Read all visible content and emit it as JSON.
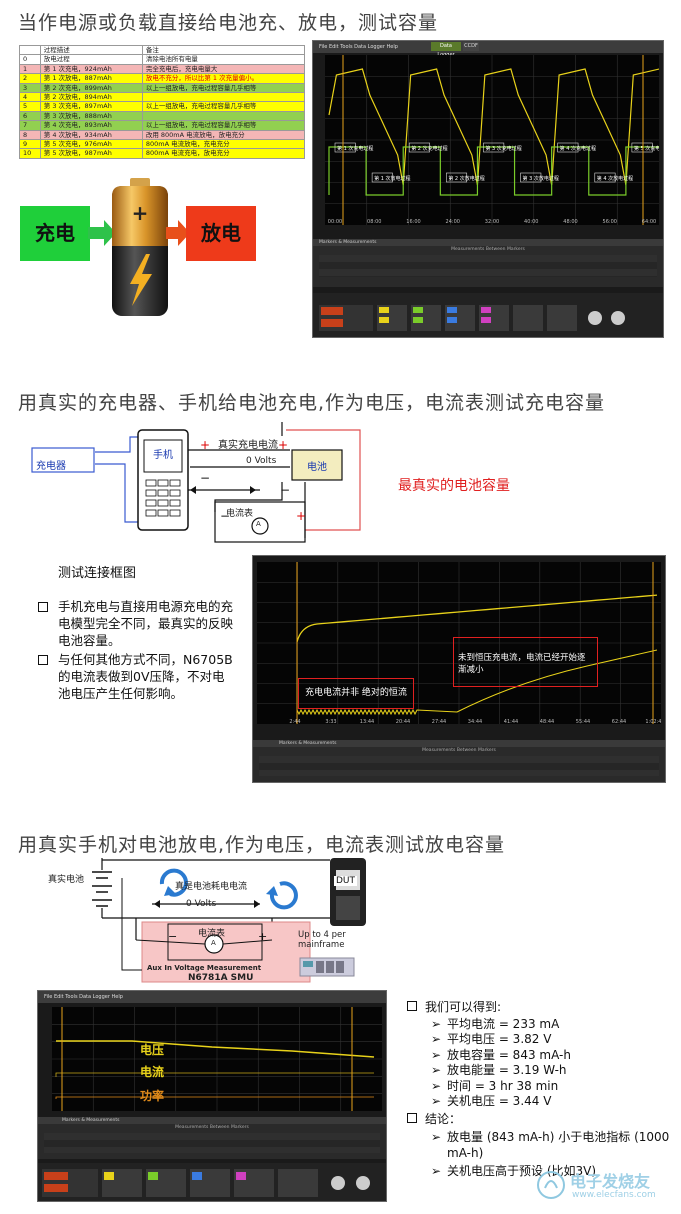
{
  "section1": {
    "title": "当作电源或负载直接给电池充、放电，测试容量",
    "table": {
      "headers": [
        "",
        "过程描述",
        "备注"
      ],
      "rows": [
        {
          "n": "0",
          "desc": "放电过程",
          "note": "清除电池所有电量",
          "color": "white",
          "note_red": false
        },
        {
          "n": "1",
          "desc": "第 1 次充电，924mAh",
          "note": "完全充电后，充电电量大",
          "color": "pink",
          "note_red": false
        },
        {
          "n": "2",
          "desc": "第 1 次放电，887mAh",
          "note": "放电不充分，所以比第 1 次充量偏小。",
          "color": "yellow",
          "note_red": true
        },
        {
          "n": "3",
          "desc": "第 2 次充电，899mAh",
          "note": "以上一组放电，充电过程容量几乎相等",
          "color": "green",
          "note_red": false
        },
        {
          "n": "4",
          "desc": "第 2 次放电，894mAh",
          "note": "",
          "color": "yellow",
          "note_red": false
        },
        {
          "n": "5",
          "desc": "第 3 次充电，897mAh",
          "note": "以上一组放电，充电过程容量几乎相等",
          "color": "yellow",
          "note_red": false
        },
        {
          "n": "6",
          "desc": "第 3 次放电，888mAh",
          "note": "",
          "color": "green",
          "note_red": false
        },
        {
          "n": "7",
          "desc": "第 4 次充电，893mAh",
          "note": "以上一组放电，充电过程容量几乎相等",
          "color": "green",
          "note_red": false
        },
        {
          "n": "8",
          "desc": "第 4 次放电，934mAh",
          "note": "改用 800mA 电流放电，放电充分",
          "color": "pink",
          "note_red": false
        },
        {
          "n": "9",
          "desc": "第 5 次充电，976mAh",
          "note": "800mA 电流放电，充电充分",
          "color": "yellow",
          "note_red": false
        },
        {
          "n": "10",
          "desc": "第 5 次放电，987mAh",
          "note": "800mA 电流充电，放电充分",
          "color": "yellow",
          "note_red": false
        }
      ]
    },
    "charge_label": "充电",
    "discharge_label": "放电",
    "scope_menu": "File   Edit   Tools   Data Logger   Help",
    "scope_tabs": [
      "Data Logger",
      "CCDF"
    ],
    "scope_labels": [
      "第 1 次充电过程",
      "第 1 次放电过程",
      "第 2 次充电过程",
      "第 2 次放电过程",
      "第 3 次充电过程",
      "第 3 次放电过程",
      "第 4 次充电过程",
      "第 4 次放电过程",
      "第 5 次充电过程"
    ],
    "scope_time_ticks": [
      "00:00",
      "08:00",
      "16:00",
      "24:00",
      "32:00",
      "40:00",
      "48:00",
      "56:00",
      "64:00"
    ],
    "markers_title": "Markers & Measurements",
    "meas_title": "Measurements Between Markers"
  },
  "section2": {
    "title": "用真实的充电器、手机给电池充电,作为电压，电流表测试充电容量",
    "charger": "充电器",
    "phone": "手机",
    "true_current": "真实充电电流",
    "zero_volts": "0 Volts",
    "battery": "电池",
    "ammeter": "电流表",
    "ammeter_symbol": "A",
    "most_real": "最真实的电池容量",
    "caption": "测试连接框图",
    "bullets": [
      "手机充电与直接用电源充电的充电模型完全不同，最真实的反映电池容量。",
      "与任何其他方式不同，N6705B的电流表做到0V压降，不对电池电压产生任何影响。"
    ],
    "annot_left": "充电电流并非 绝对的恒流",
    "annot_right": "未到恒压充电流，电流已经开始逐渐减小",
    "time_ticks": [
      "2:44",
      "3:33",
      "13:44",
      "20:44",
      "27:44",
      "34:44",
      "41:44",
      "48:44",
      "55:44",
      "62:44",
      "1:02:44"
    ],
    "markers_title": "Markers & Measurements",
    "meas_title": "Measurements Between Markers"
  },
  "section3": {
    "title": "用真实手机对电池放电,作为电压，电流表测试放电容量",
    "real_battery": "真实电池",
    "true_current": "真是电池耗电电流",
    "zero_volts": "0 Volts",
    "dut": "DUT",
    "ammeter": "电流表",
    "ammeter_symbol": "A",
    "aux": "Aux In Voltage Measurement",
    "smu": "N6781A SMU",
    "upto": "Up to 4 per mainframe",
    "voltage_label": "电压",
    "current_label": "电流",
    "power_label": "功率",
    "we_get": "我们可以得到:",
    "results": [
      "平均电流 = 233 mA",
      "平均电压 = 3.82 V",
      "放电容量 = 843 mA-h",
      "放电能量 = 3.19 W-h",
      "时间      = 3 hr 38 min",
      "关机电压 = 3.44 V"
    ],
    "conclusion": "结论：",
    "conclusions": [
      "放电量 (843 mA-h) 小于电池指标 (1000 mA-h)",
      "关机电压高于预设 (比如3V)"
    ],
    "watermark": "电子发烧友",
    "watermark_url": "www.elecfans.com",
    "markers_title": "Markers & Measurements",
    "meas_title": "Measurements Between Markers"
  },
  "colors": {
    "trace_yellow": "#e8d21a",
    "trace_green": "#7acc2a",
    "red_box": "#e02020",
    "charge_green": "#1fcf3a",
    "discharge_red": "#e83a1a"
  }
}
